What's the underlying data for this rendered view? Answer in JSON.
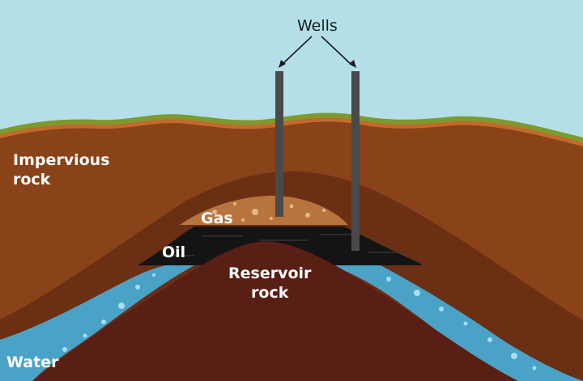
{
  "labels": {
    "wells": "Wells",
    "impervious_rock": "Impervious\nrock",
    "gas": "Gas",
    "oil": "Oil",
    "reservoir_rock": "Reservoir\nrock",
    "water": "Water"
  },
  "colors": {
    "sky": "#b4dfe9",
    "grass": "#7c9a2e",
    "topsoil": "#c2692d",
    "impervious_rock": "#8a4219",
    "impervious_shadow": "#6b2f14",
    "reservoir_rock": "#5a1f14",
    "gas": "#b8743d",
    "oil": "#141414",
    "water": "#4aa3c7",
    "well_pipe": "#4a4a4a",
    "label_text": "#ffffff"
  }
}
